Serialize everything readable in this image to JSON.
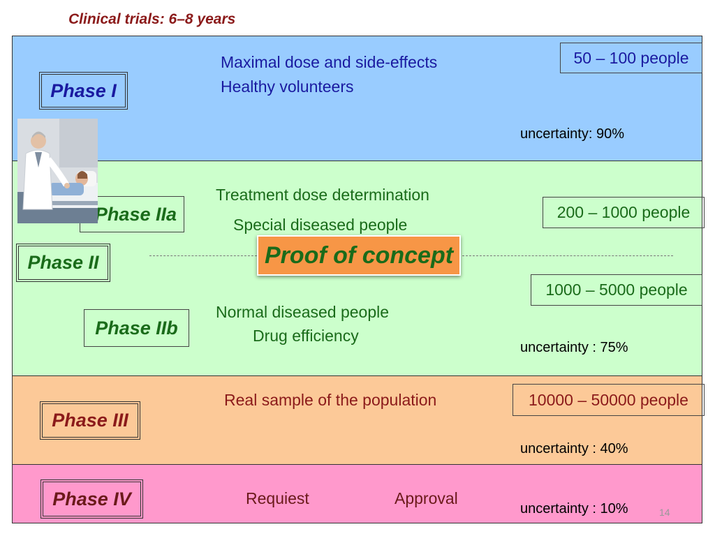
{
  "slide": {
    "title": "Clinical trials: 6–8 years",
    "page_number": "14"
  },
  "phase1": {
    "label": "Phase I",
    "desc_line1": "Maximal dose and side-effects",
    "desc_line2": "Healthy volunteers",
    "people": "50 – 100 people",
    "uncertainty": "uncertainty: 90%",
    "color": "#99ccff"
  },
  "phase2": {
    "label": "Phase II",
    "color": "#ccffcc",
    "proof_of_concept": "Proof of concept",
    "uncertainty": "uncertainty : 75%",
    "a": {
      "label": "Phase IIa",
      "desc_line1": "Treatment dose determination",
      "desc_line2": "Special diseased people",
      "people": "200 – 1000 people"
    },
    "b": {
      "label": "Phase IIb",
      "desc_line1": "Normal diseased people",
      "desc_line2": "Drug efficiency",
      "people": "1000 – 5000 people"
    }
  },
  "phase3": {
    "label": "Phase III",
    "desc": "Real sample of the population",
    "people": "10000 – 50000 people",
    "uncertainty": "uncertainty : 40%",
    "color": "#fcc998"
  },
  "phase4": {
    "label": "Phase IV",
    "desc_left": "Requiest",
    "desc_right": "Approval",
    "uncertainty": "uncertainty : 10%",
    "color": "#ff99cc"
  },
  "image": {
    "icon": "doctor-patient-photo"
  }
}
